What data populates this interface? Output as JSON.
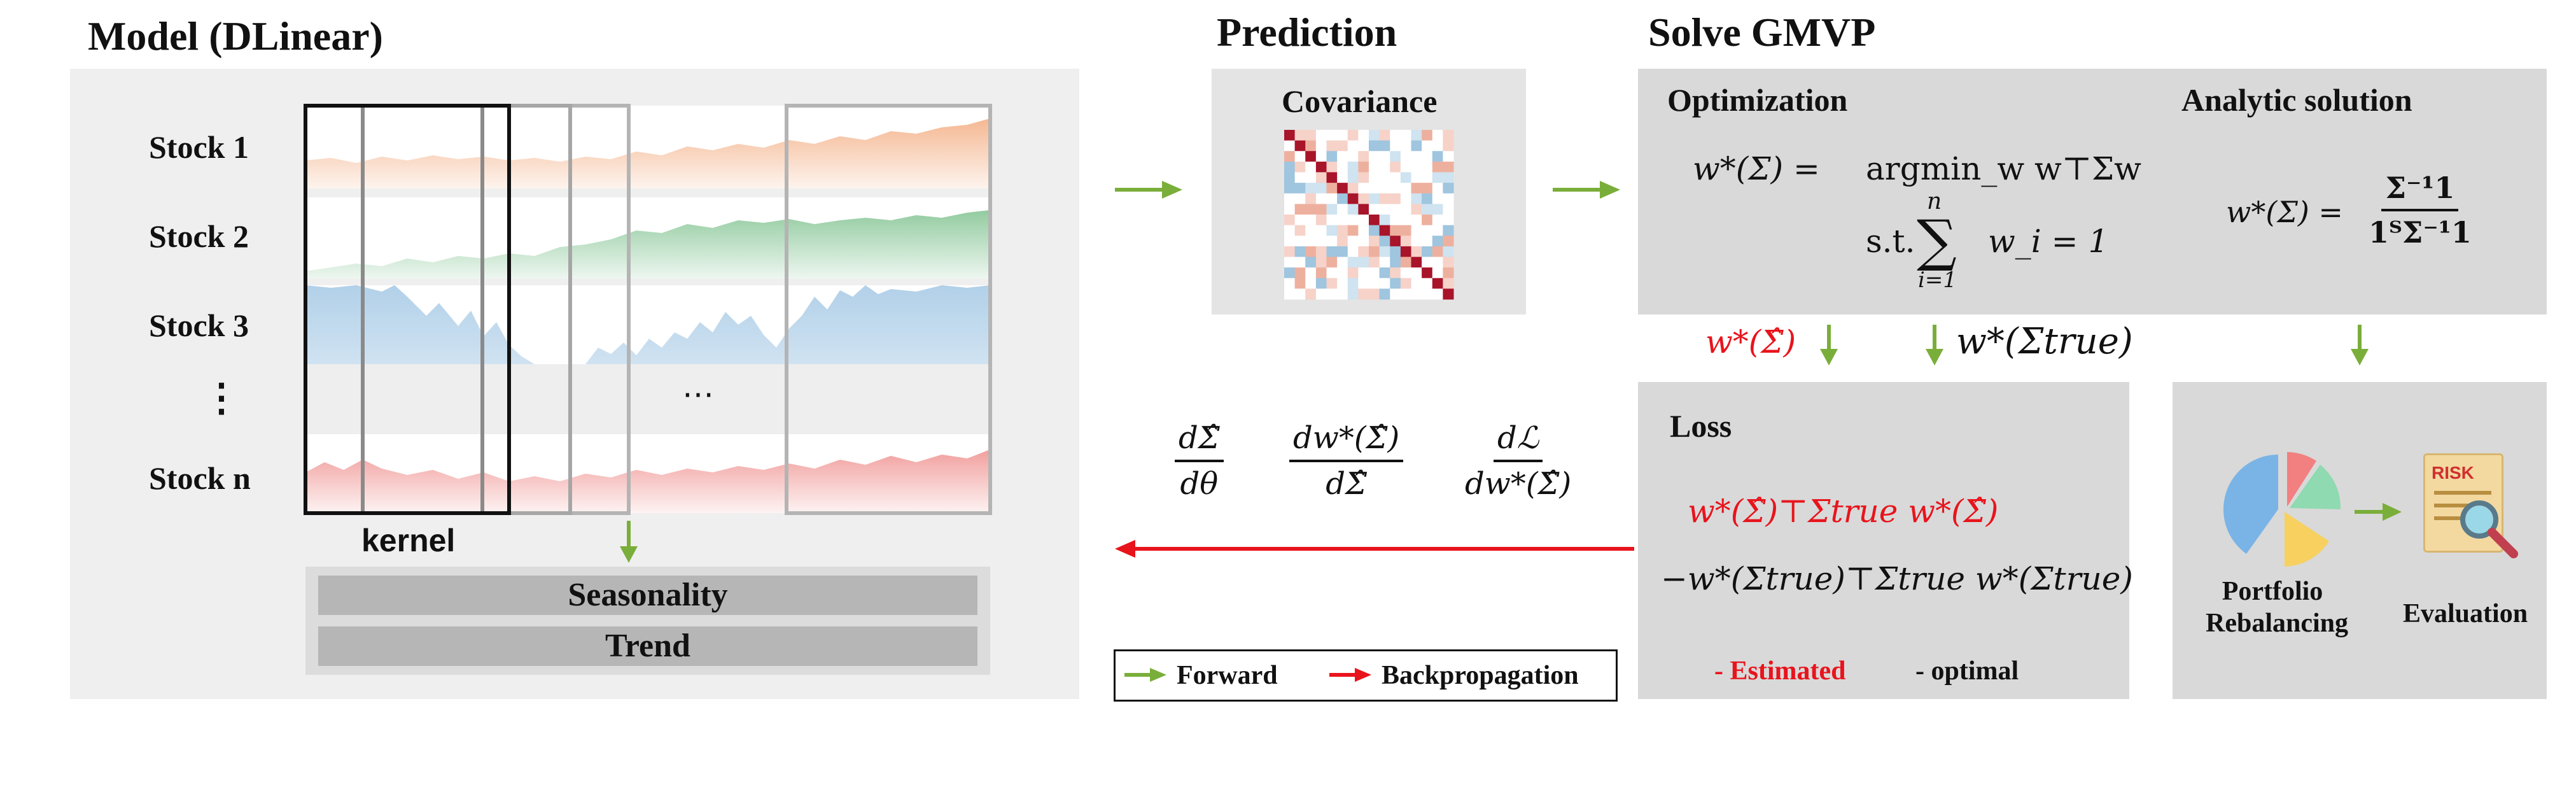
{
  "sections": {
    "model_title": "Model (DLinear)",
    "prediction_title": "Prediction",
    "solve_title": "Solve GMVP"
  },
  "model": {
    "stocks": [
      "Stock 1",
      "Stock 2",
      "Stock 3",
      "⋮",
      "Stock n"
    ],
    "ellipsis": "⋯",
    "kernel_label": "kernel",
    "seasonality_label": "Seasonality",
    "trend_label": "Trend"
  },
  "prediction": {
    "covariance_label": "Covariance"
  },
  "solve": {
    "optimization_label": "Optimization",
    "analytic_label": "Analytic solution",
    "opt_lhs": "w*(Σ)  =",
    "opt_rhs1": "argmin_w w⊤Σw",
    "opt_st": "s.t.",
    "opt_sum_top": "n",
    "opt_sum_sym": "∑",
    "opt_sum_bottom": "i=1",
    "opt_rhs2": "w_i  = 1",
    "analytic_lhs": "w*(Σ)  =",
    "analytic_num": "Σ⁻¹1",
    "analytic_den": "1ᵀΣ⁻¹1"
  },
  "flow": {
    "w_hat": "w*(Σ̂)",
    "w_true": "w*(Σtrue)"
  },
  "loss": {
    "title": "Loss",
    "line1": "w*(Σ̂)⊤Σtrue w*(Σ̂)",
    "line2": "−w*(Σtrue)⊤Σtrue w*(Σtrue)",
    "estimated": "- Estimated",
    "optimal": "- optimal"
  },
  "evaluation": {
    "portfolio_label": "Portfolio Rebalancing",
    "evaluation_label": "Evaluation",
    "risk_text": "RISK"
  },
  "gradients": {
    "g1_num": "dΣ̂",
    "g1_den": "dθ",
    "g2_num": "dw*(Σ̂)",
    "g2_den": "dΣ̂",
    "g3_num": "dℒ",
    "g3_den": "dw*(Σ̂)"
  },
  "legend": {
    "forward": "Forward",
    "backprop": "Backpropagation"
  },
  "colors": {
    "forward_arrow": "#7aae3a",
    "backprop_arrow": "#e8141c",
    "stock1": "#f4b48c",
    "stock2": "#8cc89a",
    "stock3": "#a9cbe6",
    "stockn": "#f09a98"
  }
}
